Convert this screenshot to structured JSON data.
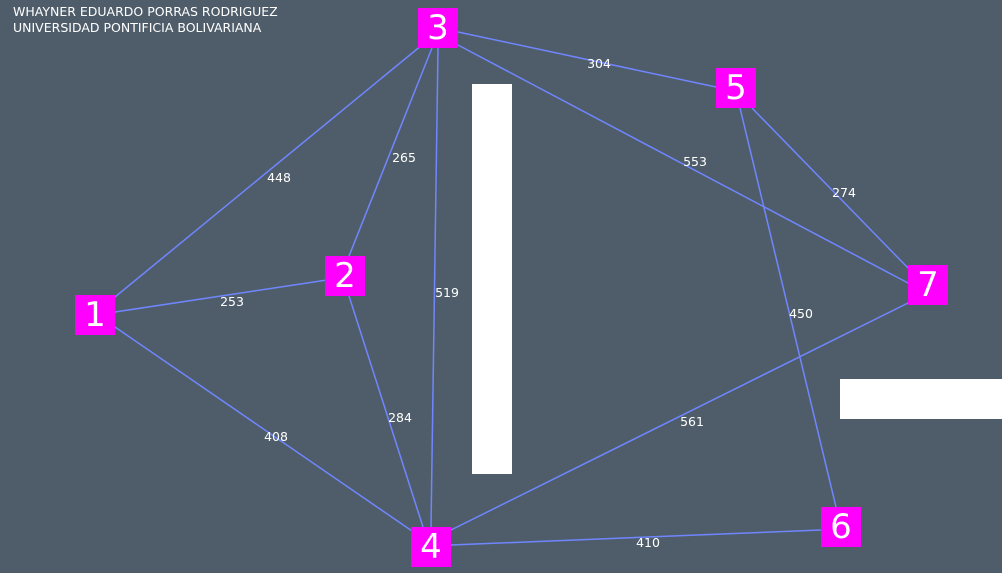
{
  "header": {
    "author": "WHAYNER EDUARDO PORRAS RODRIGUEZ",
    "institution": "UNIVERSIDAD PONTIFICIA BOLIVARIANA"
  },
  "colors": {
    "background": "#4f5d6a",
    "node_fill": "#ff00ff",
    "edge": "#6f86ff",
    "obstacle": "#ffffff",
    "text": "#ffffff"
  },
  "graph": {
    "nodes": [
      {
        "id": "1",
        "label": "1"
      },
      {
        "id": "2",
        "label": "2"
      },
      {
        "id": "3",
        "label": "3"
      },
      {
        "id": "4",
        "label": "4"
      },
      {
        "id": "5",
        "label": "5"
      },
      {
        "id": "6",
        "label": "6"
      },
      {
        "id": "7",
        "label": "7"
      }
    ],
    "edges": [
      {
        "from": "1",
        "to": "3",
        "weight": "448"
      },
      {
        "from": "1",
        "to": "2",
        "weight": "253"
      },
      {
        "from": "1",
        "to": "4",
        "weight": "408"
      },
      {
        "from": "2",
        "to": "3",
        "weight": "265"
      },
      {
        "from": "2",
        "to": "4",
        "weight": "284"
      },
      {
        "from": "3",
        "to": "4",
        "weight": "519"
      },
      {
        "from": "3",
        "to": "5",
        "weight": "304"
      },
      {
        "from": "3",
        "to": "7",
        "weight": "553"
      },
      {
        "from": "5",
        "to": "7",
        "weight": "274"
      },
      {
        "from": "5",
        "to": "6",
        "weight": "450"
      },
      {
        "from": "4",
        "to": "7",
        "weight": "561"
      },
      {
        "from": "4",
        "to": "6",
        "weight": "410"
      }
    ]
  }
}
